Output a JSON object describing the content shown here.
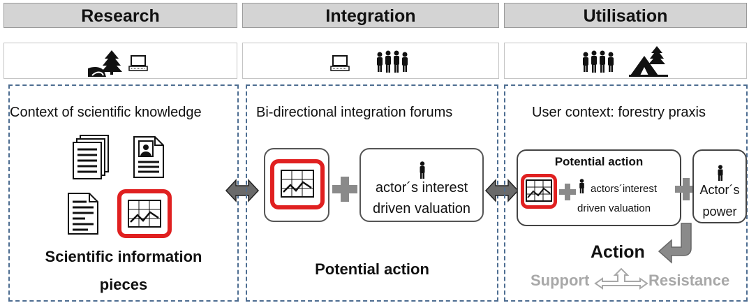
{
  "headers": {
    "research": "Research",
    "integration": "Integration",
    "utilisation": "Utilisation"
  },
  "icons": {
    "research": [
      "tree-and-path-icon",
      "laptop-icon"
    ],
    "integration": [
      "laptop-icon",
      "people-group-icon"
    ],
    "utilisation": [
      "people-group-icon",
      "forest-hut-icon"
    ]
  },
  "panels": {
    "research": {
      "title": "Context of scientific knowledge",
      "footer_line1": "Scientific information",
      "footer_line2": "pieces"
    },
    "integration": {
      "title": "Bi-directional integration forums",
      "interest_line1": "actor´s interest",
      "interest_line2": "driven valuation",
      "footer": "Potential action"
    },
    "utilisation": {
      "title": "User context: forestry praxis",
      "box_title": "Potential action",
      "interest_line1": "actors´interest",
      "interest_line2": "driven valuation",
      "power_line1": "Actor´s",
      "power_line2": "power",
      "action": "Action",
      "support": "Support",
      "resistance": "Resistance"
    }
  },
  "colors": {
    "header_bg": "#d4d4d4",
    "dashed_border": "#4d6d91",
    "highlight_red": "#e02020",
    "plus_gray": "#8a8a8a",
    "arrow_gray": "#666666",
    "muted_text": "#a8a8a8"
  }
}
